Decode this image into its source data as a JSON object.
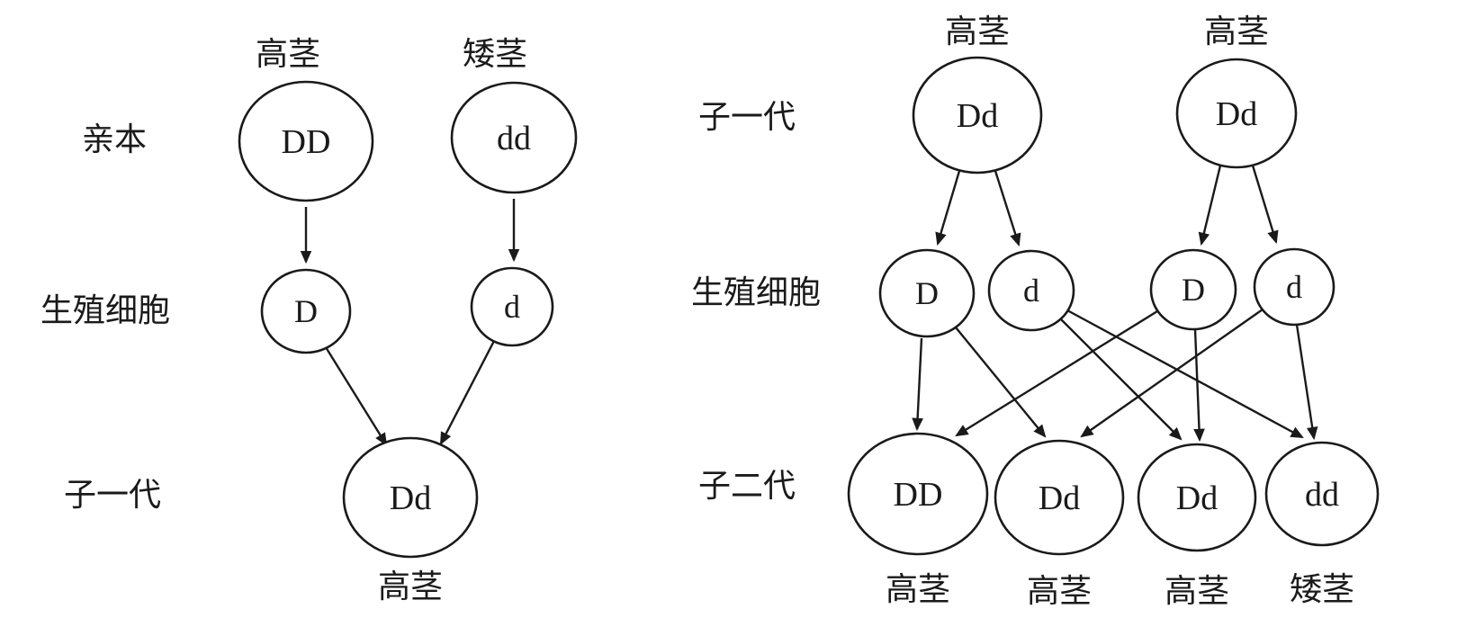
{
  "colors": {
    "ink": "#1a1a1a",
    "background": "#ffffff"
  },
  "left": {
    "label_parents": "亲本",
    "label_gametes": "生殖细胞",
    "label_f1": "子一代",
    "pheno_p1": "高茎",
    "pheno_p2": "矮茎",
    "geno_p1": "DD",
    "geno_p2": "dd",
    "gamete1": "D",
    "gamete2": "d",
    "geno_f1": "Dd",
    "pheno_f1": "高茎"
  },
  "right": {
    "label_f1": "子一代",
    "label_gametes": "生殖细胞",
    "label_f2": "子二代",
    "pheno_f1a": "高茎",
    "pheno_f1b": "高茎",
    "geno_f1a": "Dd",
    "geno_f1b": "Dd",
    "gamete1": "D",
    "gamete2": "d",
    "gamete3": "D",
    "gamete4": "d",
    "geno_f2a": "DD",
    "geno_f2b": "Dd",
    "geno_f2c": "Dd",
    "geno_f2d": "dd",
    "pheno_f2a": "高茎",
    "pheno_f2b": "高茎",
    "pheno_f2c": "高茎",
    "pheno_f2d": "矮茎"
  }
}
